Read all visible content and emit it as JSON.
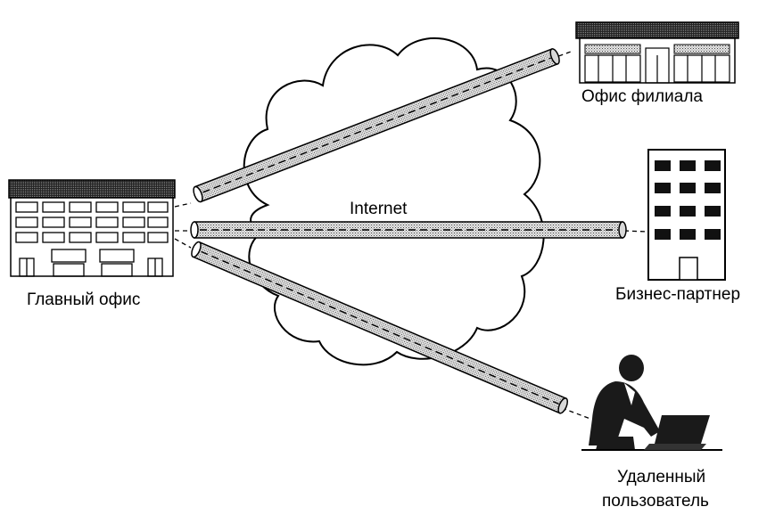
{
  "diagram": {
    "cloud_label": "Internet",
    "nodes": {
      "main_office": {
        "label": "Главный офис",
        "icon": "office-building-icon"
      },
      "branch_office": {
        "label": "Офис филиала",
        "icon": "storefront-icon"
      },
      "business_partner": {
        "label": "Бизнес-партнер",
        "icon": "tower-building-icon"
      },
      "remote_user": {
        "label_line1": "Удаленный",
        "label_line2": "пользователь",
        "icon": "laptop-user-icon"
      }
    },
    "tunnels": [
      {
        "from": "main_office",
        "to": "branch_office"
      },
      {
        "from": "main_office",
        "to": "business_partner"
      },
      {
        "from": "main_office",
        "to": "remote_user"
      }
    ]
  }
}
